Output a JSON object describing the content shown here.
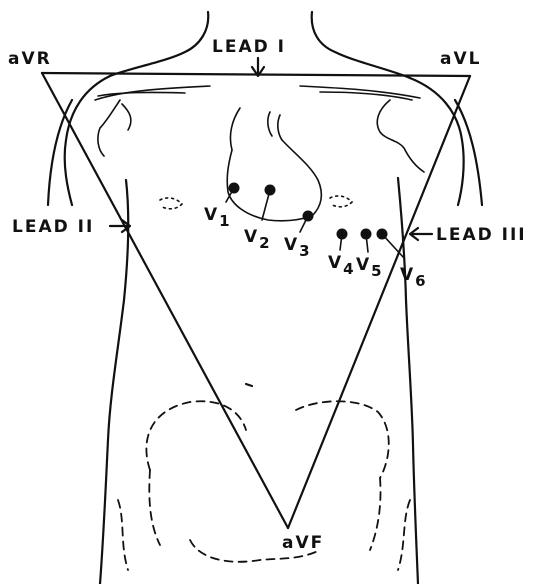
{
  "diagram": {
    "labels": {
      "avr": "aVR",
      "avl": "aVL",
      "avf": "aVF",
      "lead_i": "LEAD I",
      "lead_ii": "LEAD II",
      "lead_iii": "LEAD III"
    },
    "precordial": [
      {
        "letter": "V",
        "sub": "1"
      },
      {
        "letter": "V",
        "sub": "2"
      },
      {
        "letter": "V",
        "sub": "3"
      },
      {
        "letter": "V",
        "sub": "4"
      },
      {
        "letter": "V",
        "sub": "5"
      },
      {
        "letter": "V",
        "sub": "6"
      }
    ]
  }
}
